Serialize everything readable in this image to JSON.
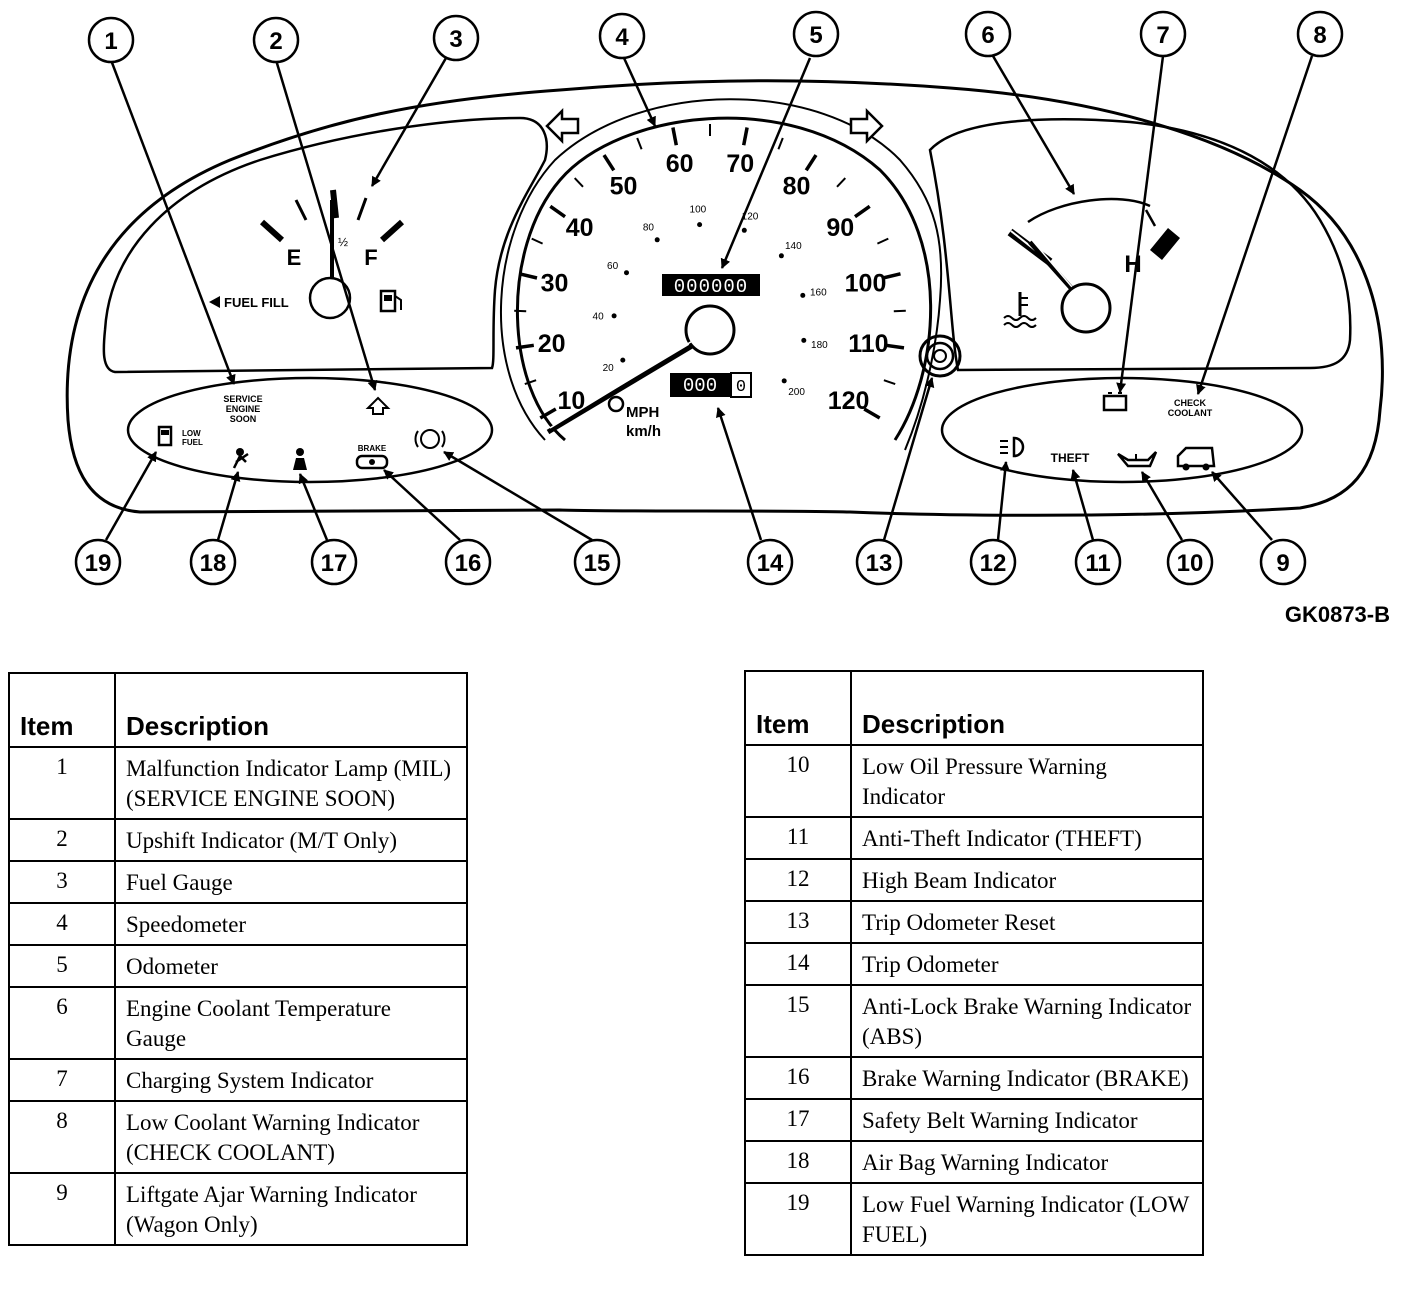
{
  "figure": {
    "ref_code": "GK0873-B",
    "callouts": [
      "1",
      "2",
      "3",
      "4",
      "5",
      "6",
      "7",
      "8",
      "9",
      "10",
      "11",
      "12",
      "13",
      "14",
      "15",
      "16",
      "17",
      "18",
      "19"
    ],
    "fuel_gauge": {
      "empty_label": "E",
      "half_label": "½",
      "full_label": "F",
      "fuel_fill_label": "FUEL FILL"
    },
    "speedometer": {
      "mph_labels": [
        "10",
        "20",
        "30",
        "40",
        "50",
        "60",
        "70",
        "80",
        "90",
        "100",
        "110",
        "120"
      ],
      "kmh_labels": [
        "20",
        "40",
        "60",
        "80",
        "100",
        "120",
        "140",
        "160",
        "180",
        "200"
      ],
      "unit_label_1": "MPH",
      "unit_label_2": "km/h",
      "odometer_digits": "000000",
      "trip_digits": "000",
      "trip_tenths": "0"
    },
    "temp_gauge": {
      "hot_label": "H"
    },
    "indicators": {
      "service_engine_soon": [
        "SERVICE",
        "ENGINE",
        "SOON"
      ],
      "low_fuel": [
        "LOW",
        "FUEL"
      ],
      "brake": "BRAKE",
      "theft": "THEFT",
      "check_coolant": [
        "CHECK",
        "COOLANT"
      ]
    }
  },
  "legend_headers": {
    "item": "Item",
    "description": "Description"
  },
  "legend_left": [
    {
      "item": "1",
      "description": "Malfunction Indicator Lamp (MIL) (SERVICE ENGINE SOON)"
    },
    {
      "item": "2",
      "description": "Upshift Indicator (M/T Only)"
    },
    {
      "item": "3",
      "description": "Fuel Gauge"
    },
    {
      "item": "4",
      "description": "Speedometer"
    },
    {
      "item": "5",
      "description": "Odometer"
    },
    {
      "item": "6",
      "description": "Engine Coolant Temperature Gauge"
    },
    {
      "item": "7",
      "description": "Charging System Indicator"
    },
    {
      "item": "8",
      "description": "Low Coolant Warning Indicator (CHECK COOLANT)"
    },
    {
      "item": "9",
      "description": "Liftgate Ajar Warning Indicator (Wagon Only)"
    }
  ],
  "legend_right": [
    {
      "item": "10",
      "description": "Low Oil Pressure Warning Indicator"
    },
    {
      "item": "11",
      "description": "Anti-Theft Indicator (THEFT)"
    },
    {
      "item": "12",
      "description": "High Beam Indicator"
    },
    {
      "item": "13",
      "description": "Trip Odometer Reset"
    },
    {
      "item": "14",
      "description": "Trip Odometer"
    },
    {
      "item": "15",
      "description": "Anti-Lock Brake Warning Indicator (ABS)"
    },
    {
      "item": "16",
      "description": "Brake Warning Indicator (BRAKE)"
    },
    {
      "item": "17",
      "description": "Safety Belt Warning Indicator"
    },
    {
      "item": "18",
      "description": "Air Bag Warning Indicator"
    },
    {
      "item": "19",
      "description": "Low Fuel Warning Indicator (LOW FUEL)"
    }
  ]
}
